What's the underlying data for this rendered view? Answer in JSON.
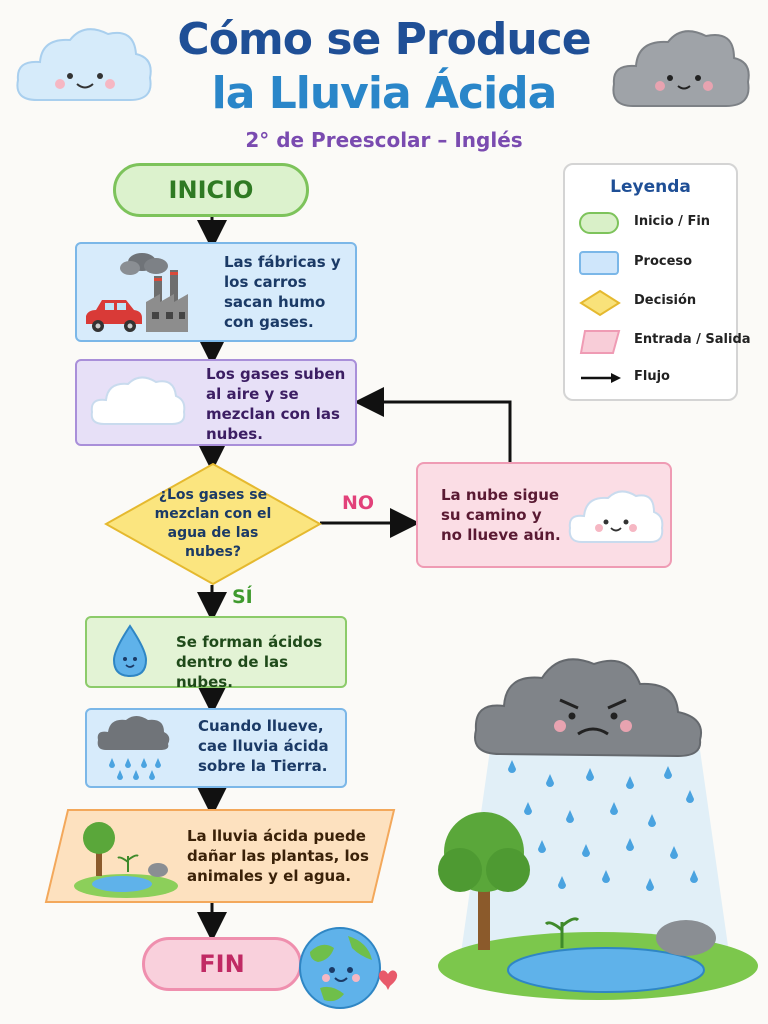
{
  "title": {
    "line1": "Cómo se Produce",
    "line2": "la Lluvia Ácida",
    "subtitle": "2° de Preescolar – Inglés"
  },
  "flow": {
    "start": "INICIO",
    "step1": "Las fábricas y los carros sacan humo con gases.",
    "step2": "Los gases suben al aire y se mezclan con las nubes.",
    "decision": "¿Los gases se mezclan con el agua de las nubes?",
    "no_label": "NO",
    "yes_label": "SÍ",
    "no_branch": "La nube sigue su camino y no llueve aún.",
    "step3": "Se forman ácidos dentro de las nubes.",
    "step4": "Cuando llueve, cae lluvia ácida sobre la Tierra.",
    "step5": "La lluvia ácida puede dañar las plantas, los animales y el agua.",
    "end": "FIN"
  },
  "legend": {
    "title": "Leyenda",
    "items": [
      {
        "label": "Inicio / Fin",
        "shape": "pill",
        "color": "#d9f0c8"
      },
      {
        "label": "Proceso",
        "shape": "rect",
        "color": "#cfe6fb"
      },
      {
        "label": "Decisión",
        "shape": "diamond",
        "color": "#f9e27a"
      },
      {
        "label": "Entrada / Salida",
        "shape": "parallelogram",
        "color": "#f8cdd8"
      },
      {
        "label": "Flujo",
        "shape": "arrow",
        "color": "#111111"
      }
    ]
  },
  "icons": {
    "happy_cloud": "happy-cloud-icon",
    "gray_cloud": "gray-cloud-icon",
    "car": "car-icon",
    "factory": "factory-icon",
    "drop": "water-drop-icon",
    "rain_cloud": "rain-cloud-icon",
    "earth": "earth-icon",
    "heart": "heart-icon"
  },
  "colors": {
    "start_fill": "#dcf2cd",
    "start_border": "#7dc35b",
    "start_text": "#2f7a23",
    "process_fill": "#d7ebfb",
    "process_border": "#7bb7e8",
    "purple_fill": "#e7e0f7",
    "purple_border": "#a98fd9",
    "decision_fill": "#fbe57f",
    "decision_border": "#e5b92f",
    "no_fill": "#fbdde5",
    "no_border": "#ef9bb4",
    "green_fill": "#e3f3d5",
    "green_border": "#8ccb6a",
    "orange_fill": "#fde1bf",
    "orange_border": "#f3a85b",
    "end_fill": "#f9d0dc",
    "end_border": "#ef8fae",
    "end_text": "#c02a64"
  }
}
